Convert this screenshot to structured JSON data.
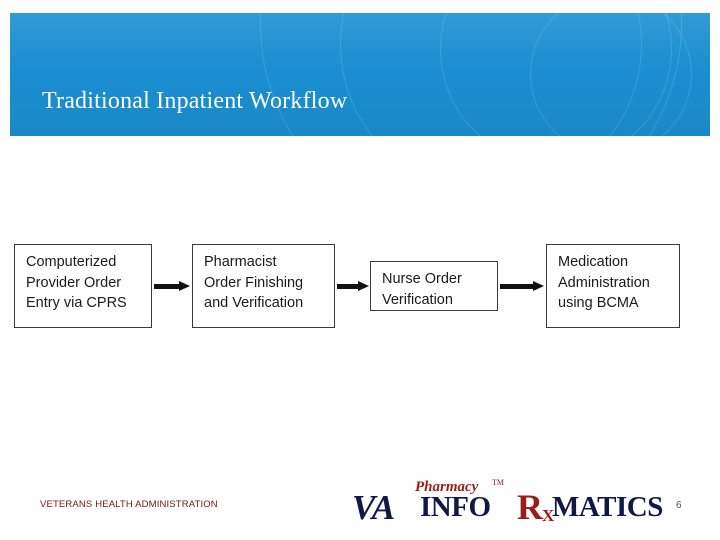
{
  "slide": {
    "title": "Traditional Inpatient Workflow",
    "page_number": "6",
    "footer_text": "VETERANS HEALTH ADMINISTRATION",
    "header_color": "#1b8fd1",
    "title_color": "#ffffff",
    "footer_color": "#7a1414"
  },
  "diagram": {
    "type": "flow",
    "nodes": [
      {
        "lines": [
          "Computerized",
          "Provider Order",
          "Entry via CPRS"
        ]
      },
      {
        "lines": [
          "Pharmacist",
          "Order Finishing",
          "and Verification"
        ]
      },
      {
        "lines": [
          "Nurse Order",
          "Verification"
        ]
      },
      {
        "lines": [
          "Medication",
          "Administration",
          "using BCMA"
        ]
      }
    ],
    "connectors": [
      "arrow-right",
      "arrow-right",
      "arrow-right"
    ]
  },
  "logo": {
    "va": "VA",
    "infor": "INFO",
    "rx_r": "R",
    "rx_x": "X",
    "matics": "MATICS",
    "pharmacy": "Pharmacy",
    "pharmacy_tm": "TM"
  }
}
